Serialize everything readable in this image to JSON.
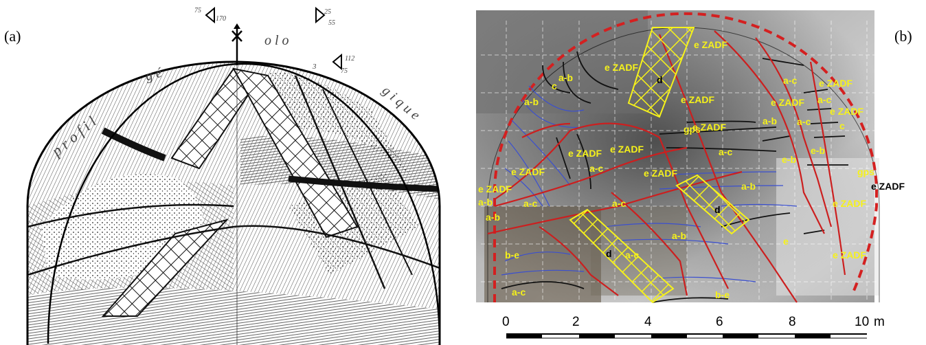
{
  "panels": {
    "a": "(a)",
    "b": "(b)"
  },
  "sketch_annotations": [
    {
      "id": "hw-1",
      "text": "75"
    },
    {
      "id": "hw-2",
      "text": "170"
    },
    {
      "id": "hw-3",
      "text": "25"
    },
    {
      "id": "hw-4",
      "text": "55"
    },
    {
      "id": "hw-5",
      "text": "112"
    },
    {
      "id": "hw-6",
      "text": "75"
    },
    {
      "id": "hw-7",
      "text": "3"
    },
    {
      "id": "hw-8",
      "text": "p r o f i l"
    },
    {
      "id": "hw-9",
      "text": "g é"
    },
    {
      "id": "hw-10",
      "text": "o l o"
    },
    {
      "id": "hw-11",
      "text": "g i q u e"
    }
  ],
  "map_labels": [
    {
      "text": "e ZADF",
      "color": "yellow"
    },
    {
      "text": "a-b",
      "color": "yellow"
    },
    {
      "text": "c",
      "color": "yellow"
    },
    {
      "text": "d",
      "color": "black"
    },
    {
      "text": "e ZADF",
      "color": "yellow"
    },
    {
      "text": "a-c",
      "color": "yellow"
    },
    {
      "text": "e ZADF",
      "color": "yellow"
    },
    {
      "text": "a-c",
      "color": "yellow"
    },
    {
      "text": "e ZADF",
      "color": "yellow"
    },
    {
      "text": "e ZADF",
      "color": "yellow"
    },
    {
      "text": "a-b",
      "color": "yellow"
    },
    {
      "text": "gps",
      "color": "yellow"
    },
    {
      "text": "a-b",
      "color": "yellow"
    },
    {
      "text": "a-c",
      "color": "yellow"
    },
    {
      "text": "c",
      "color": "yellow"
    },
    {
      "text": "e ZADF",
      "color": "yellow"
    },
    {
      "text": "e ZADF",
      "color": "yellow"
    },
    {
      "text": "a-c",
      "color": "yellow"
    },
    {
      "text": "e-b",
      "color": "yellow"
    },
    {
      "text": "e-b",
      "color": "yellow"
    },
    {
      "text": "gps",
      "color": "yellow"
    },
    {
      "text": "e ZADF",
      "color": "yellow"
    },
    {
      "text": "a-c",
      "color": "yellow"
    },
    {
      "text": "e ZADF",
      "color": "yellow"
    },
    {
      "text": "a-c",
      "color": "yellow"
    },
    {
      "text": "a-c",
      "color": "yellow"
    },
    {
      "text": "a-b",
      "color": "yellow"
    },
    {
      "text": "e ZADF",
      "color": "black"
    },
    {
      "text": "e ZADF",
      "color": "yellow"
    },
    {
      "text": "e ZADF",
      "color": "yellow"
    },
    {
      "text": "a-b",
      "color": "yellow"
    },
    {
      "text": "e ZADF",
      "color": "yellow"
    },
    {
      "text": "d",
      "color": "black"
    },
    {
      "text": "a-b",
      "color": "yellow"
    },
    {
      "text": "a-b",
      "color": "yellow"
    },
    {
      "text": "e",
      "color": "yellow"
    },
    {
      "text": "e ZADF",
      "color": "yellow"
    },
    {
      "text": "b-e",
      "color": "yellow"
    },
    {
      "text": "d",
      "color": "black"
    },
    {
      "text": "a-c",
      "color": "yellow"
    },
    {
      "text": "a-c",
      "color": "yellow"
    },
    {
      "text": "b-e",
      "color": "yellow"
    }
  ],
  "scale": {
    "ticks": [
      "0",
      "2",
      "4",
      "6",
      "8",
      "10"
    ],
    "unit": "m"
  },
  "colors": {
    "fault": "#cc1f1f",
    "bedding_blue": "#3a4fd0",
    "bedding_black": "#111111",
    "label": "#f6f21a",
    "outline": "#d42020"
  }
}
